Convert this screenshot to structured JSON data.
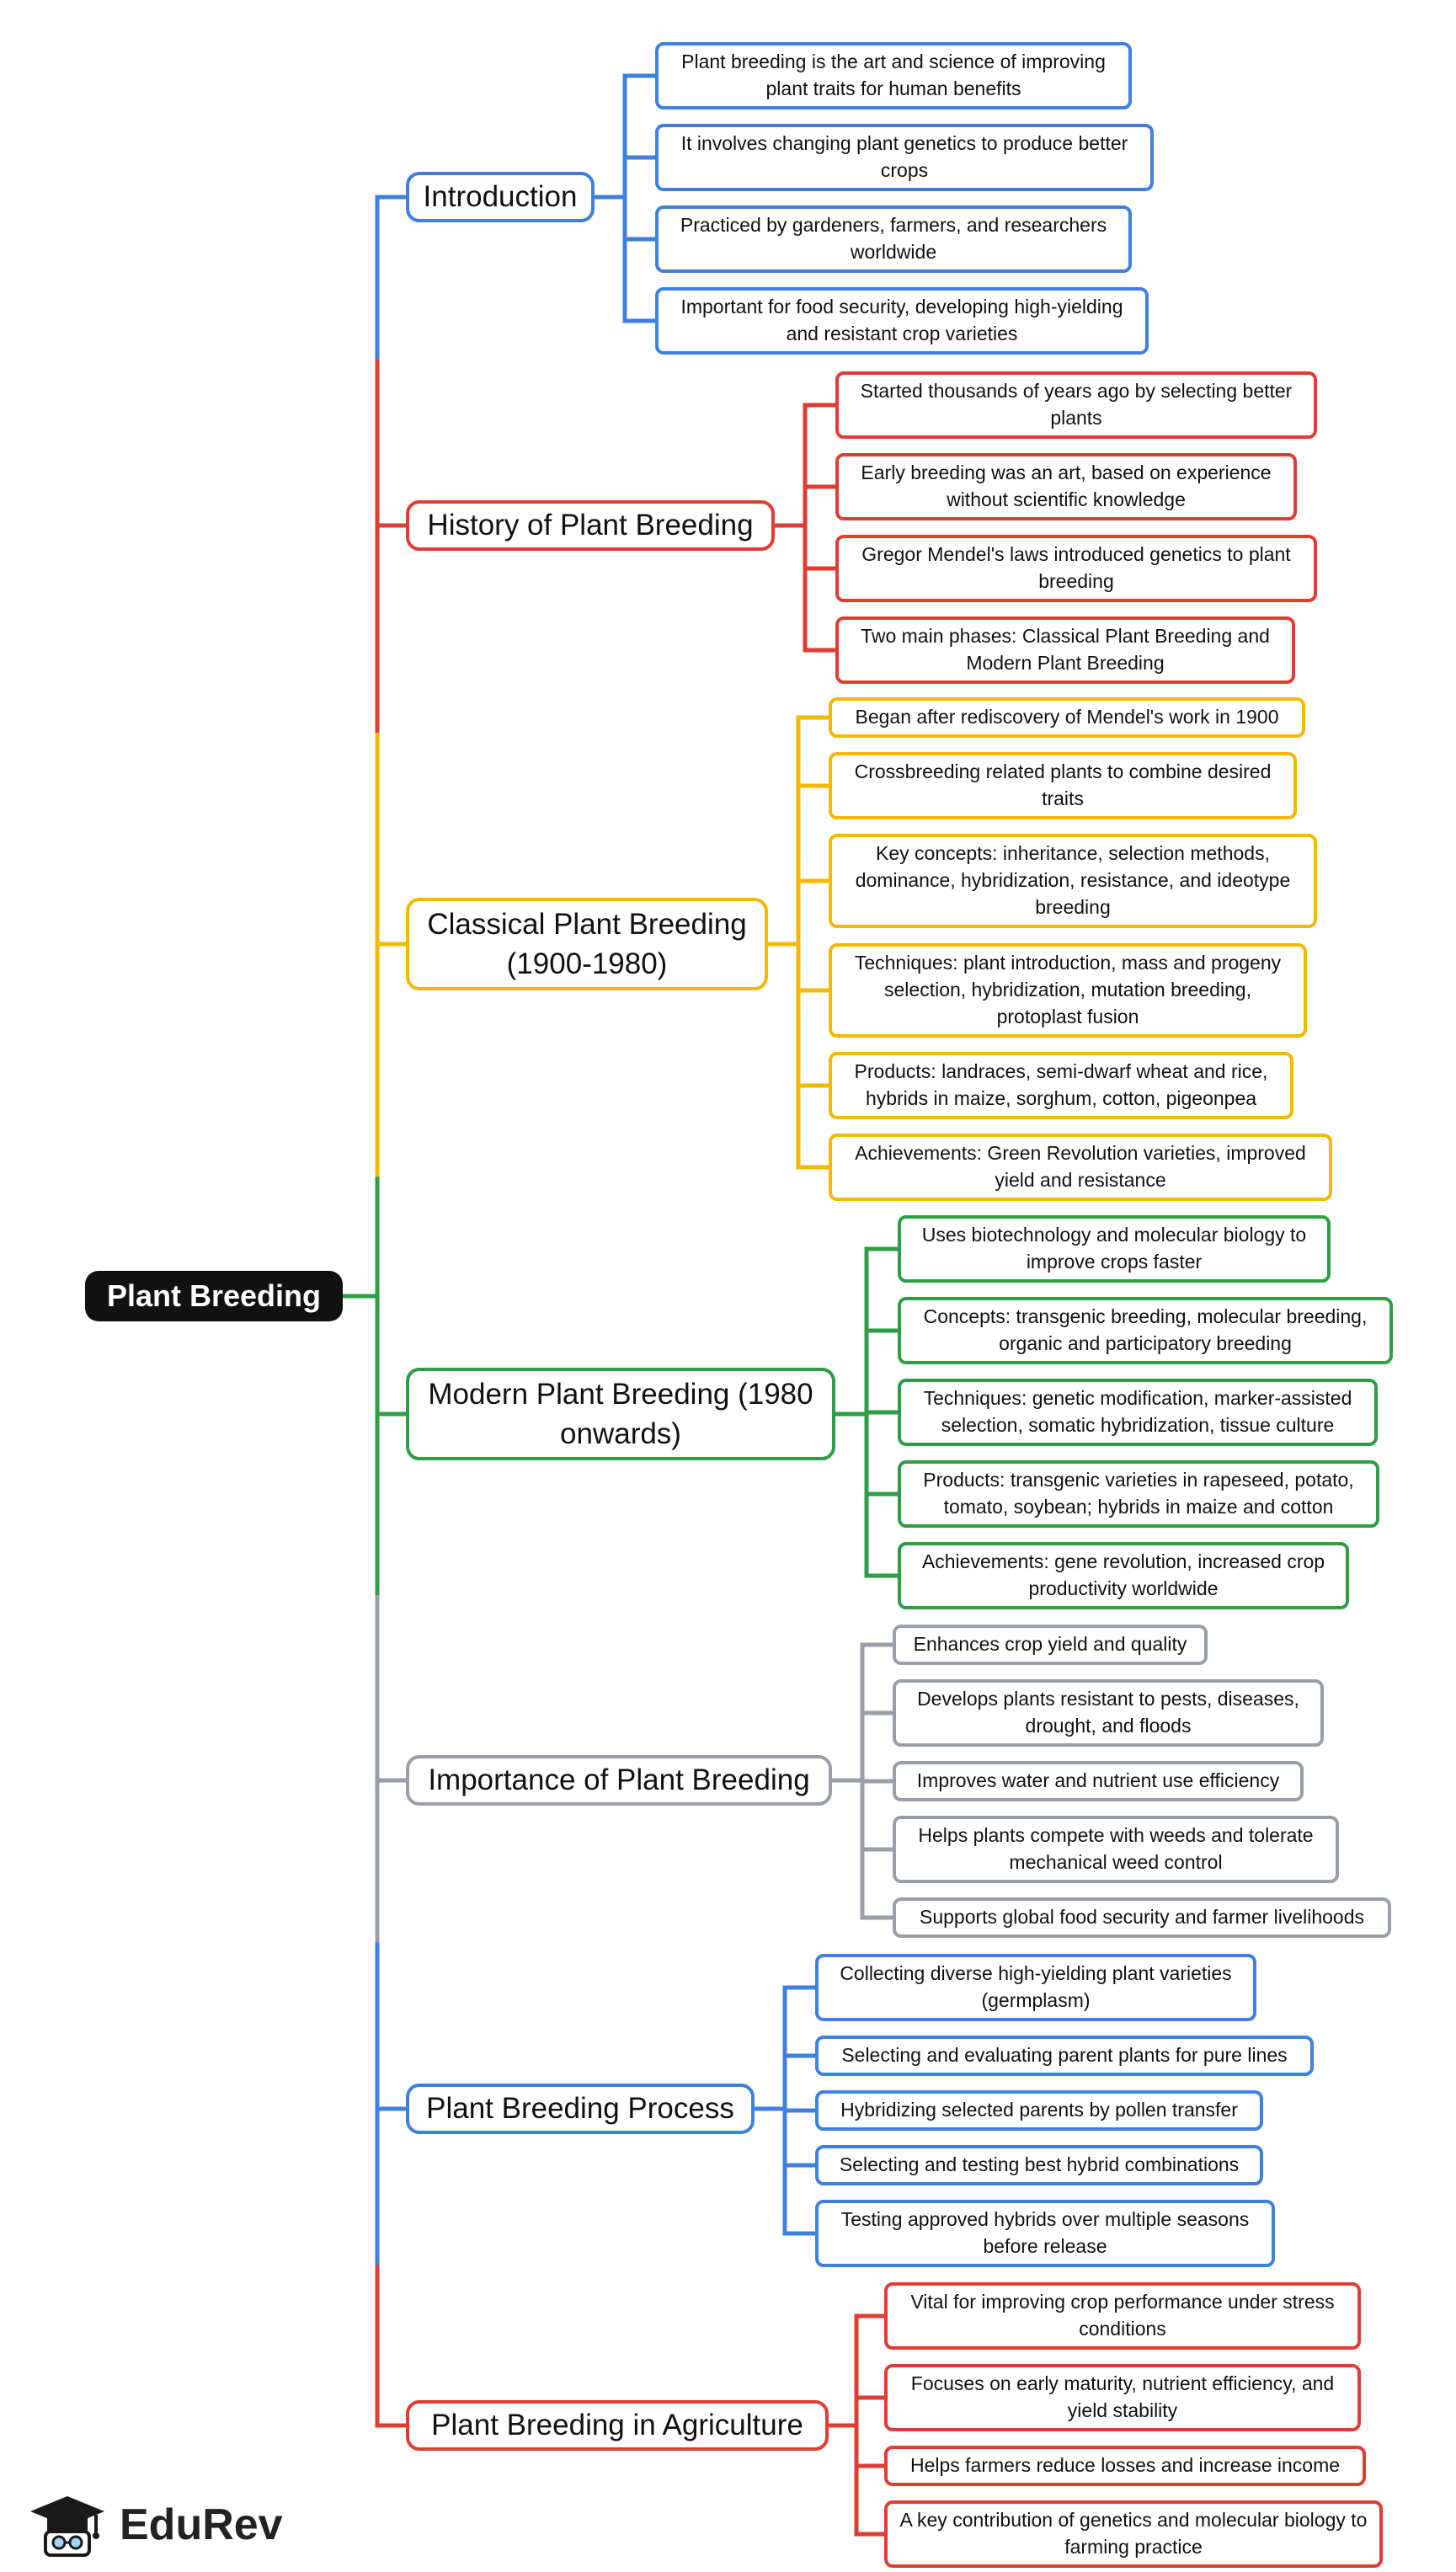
{
  "root": {
    "label": "Plant Breeding"
  },
  "branches": [
    {
      "label": "Introduction",
      "color": "#3f7fe0",
      "items": [
        "Plant breeding is the art and science of improving plant traits for human benefits",
        "It involves changing plant genetics to produce better crops",
        "Practiced by gardeners, farmers, and researchers worldwide",
        "Important for food security, developing high-yielding and resistant crop varieties"
      ]
    },
    {
      "label": "History of Plant Breeding",
      "color": "#e03c34",
      "items": [
        "Started thousands of years ago by selecting better plants",
        "Early breeding was an art, based on experience without scientific knowledge",
        "Gregor Mendel's laws introduced genetics to plant breeding",
        "Two main phases: Classical Plant Breeding and Modern Plant Breeding"
      ]
    },
    {
      "label": "Classical Plant Breeding (1900-1980)",
      "color": "#f5b800",
      "items": [
        "Began after rediscovery of Mendel's work in 1900",
        "Crossbreeding related plants to combine desired traits",
        "Key concepts: inheritance, selection methods, dominance, hybridization, resistance, and ideotype breeding",
        "Techniques: plant introduction, mass and progeny selection, hybridization, mutation breeding, protoplast fusion",
        "Products: landraces, semi-dwarf wheat and rice, hybrids in maize, sorghum, cotton, pigeonpea",
        "Achievements: Green Revolution varieties, improved yield and resistance"
      ]
    },
    {
      "label": "Modern Plant Breeding (1980 onwards)",
      "color": "#2e9e46",
      "items": [
        "Uses biotechnology and molecular biology to improve crops faster",
        "Concepts: transgenic breeding, molecular breeding, organic and participatory breeding",
        "Techniques: genetic modification, marker-assisted selection, somatic hybridization, tissue culture",
        "Products: transgenic varieties in rapeseed, potato, tomato, soybean; hybrids in maize and cotton",
        "Achievements: gene revolution, increased crop productivity worldwide"
      ]
    },
    {
      "label": "Importance of Plant Breeding",
      "color": "#9a9ea6",
      "items": [
        "Enhances crop yield and quality",
        "Develops plants resistant to pests, diseases, drought, and floods",
        "Improves water and nutrient use efficiency",
        "Helps plants compete with weeds and tolerate mechanical weed control",
        "Supports global food security and farmer livelihoods"
      ]
    },
    {
      "label": "Plant Breeding Process",
      "color": "#3f7fe0",
      "items": [
        "Collecting diverse high-yielding plant varieties (germplasm)",
        "Selecting and evaluating parent plants for pure lines",
        "Hybridizing selected parents by pollen transfer",
        "Selecting and testing best hybrid combinations",
        "Testing approved hybrids over multiple seasons before release"
      ]
    },
    {
      "label": "Plant Breeding in Agriculture",
      "color": "#e03c34",
      "items": [
        "Vital for improving crop performance under stress conditions",
        "Focuses on early maturity, nutrient efficiency, and yield stability",
        "Helps farmers reduce losses and increase income",
        "A key contribution of genetics and molecular biology to farming practice"
      ]
    }
  ],
  "logo": {
    "text": "EduRev",
    "icon": "graduation-cap-icon"
  }
}
